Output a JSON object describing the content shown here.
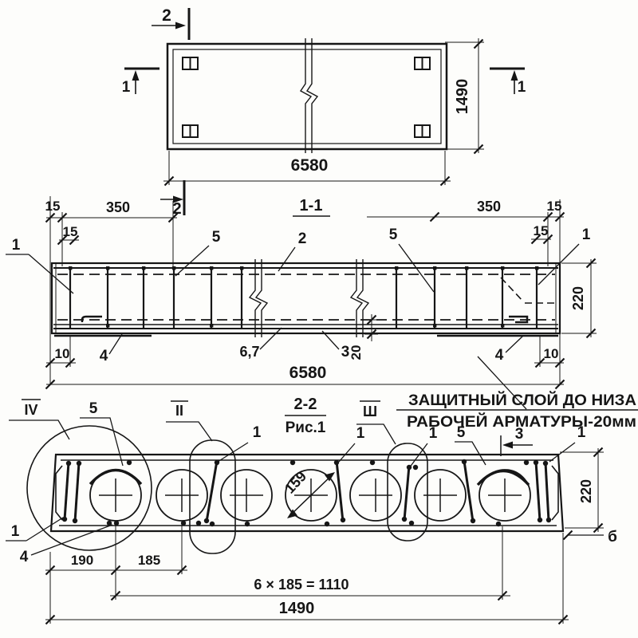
{
  "plan": {
    "cut_label_2": "2",
    "cut_label_1": "1",
    "length": "6580",
    "width": "1490"
  },
  "section_1_1": {
    "title": "1-1",
    "cut_label": "2",
    "dim_edge": "15",
    "dim_spacing": "350",
    "dim_gap": "10",
    "dim_cover": "20",
    "dim_height": "220",
    "dim_length": "6580",
    "pos_1": "1",
    "pos_2": "2",
    "pos_3": "3",
    "pos_4": "4",
    "pos_5": "5",
    "pos_6_7": "6,7"
  },
  "note": {
    "line_1": "ЗАЩИТНЫЙ СЛОЙ ДО НИЗА",
    "line_2": "РАБОЧЕЙ АРМАТУРЫ-20мм"
  },
  "section_2_2": {
    "title": "2-2",
    "caption": "Рис.1",
    "detail_IV": "IV",
    "detail_II": "II",
    "detail_III": "Ш",
    "pos_1": "1",
    "pos_3": "3",
    "pos_4": "4",
    "pos_5": "5",
    "core_diameter": "159",
    "dim_height": "220",
    "dim_190": "190",
    "dim_185": "185",
    "dim_row": "6 × 185 = 1110",
    "dim_total": "1490",
    "label_b": "б"
  }
}
